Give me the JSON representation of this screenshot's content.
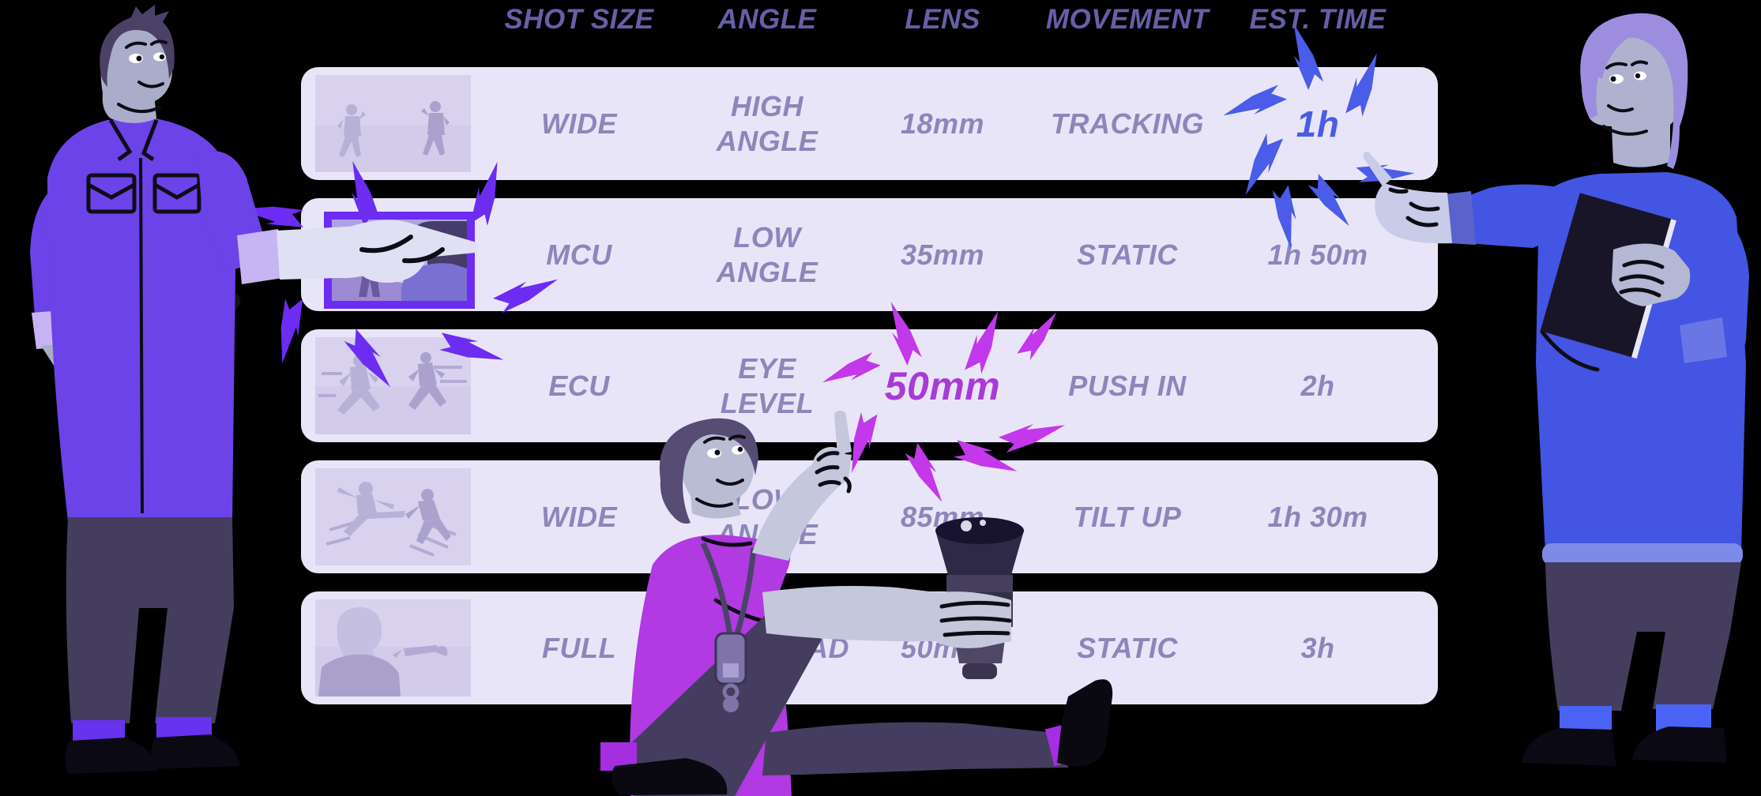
{
  "table": {
    "columns": [
      "SHOT SIZE",
      "ANGLE",
      "LENS",
      "MOVEMENT",
      "EST. TIME"
    ],
    "rows": [
      {
        "shot_size": "WIDE",
        "angle": "HIGH ANGLE",
        "lens": "18mm",
        "movement": "TRACKING",
        "est_time": "1h",
        "emphasis": "est_time",
        "thumbnail": "wide-standoff-two-fighters"
      },
      {
        "shot_size": "MCU",
        "angle": "LOW ANGLE",
        "lens": "35mm",
        "movement": "STATIC",
        "est_time": "1h 50m",
        "emphasis": "thumbnail-selected",
        "thumbnail": "over-shoulder-raised-fist"
      },
      {
        "shot_size": "ECU",
        "angle": "EYE LEVEL",
        "lens": "50mm",
        "movement": "PUSH IN",
        "est_time": "2h",
        "emphasis": "lens",
        "thumbnail": "two-figures-running-chase"
      },
      {
        "shot_size": "WIDE",
        "angle": "LOW ANGLE",
        "lens": "85mm",
        "movement": "TILT UP",
        "est_time": "1h 30m",
        "emphasis": null,
        "thumbnail": "fight-flying-kick"
      },
      {
        "shot_size": "FULL",
        "angle": "OVERHEAD",
        "lens": "50mm",
        "movement": "STATIC",
        "est_time": "3h",
        "emphasis": null,
        "thumbnail": "onlooker-figure-lying-down"
      }
    ]
  },
  "characters": [
    {
      "name": "director-left",
      "description": "man in violet shirt holding tablet, pointing at selected MCU frame"
    },
    {
      "name": "crew-member-seated",
      "description": "seated person holding camera lens, pointing up at 50mm"
    },
    {
      "name": "assistant-right",
      "description": "man in blue sweater holding clipboard, pointing at 1h"
    }
  ],
  "colors": {
    "background": "#000000",
    "row_background": "#e9e5f8",
    "header_text": "#675fa8",
    "cell_text": "#8d86ba",
    "accent_blue": "#4a5ce4",
    "bolt_blue": "#4a5ce8",
    "accent_magenta": "#a93ad7",
    "bolt_magenta": "#c238ea",
    "accent_purple": "#6d2cf2"
  }
}
